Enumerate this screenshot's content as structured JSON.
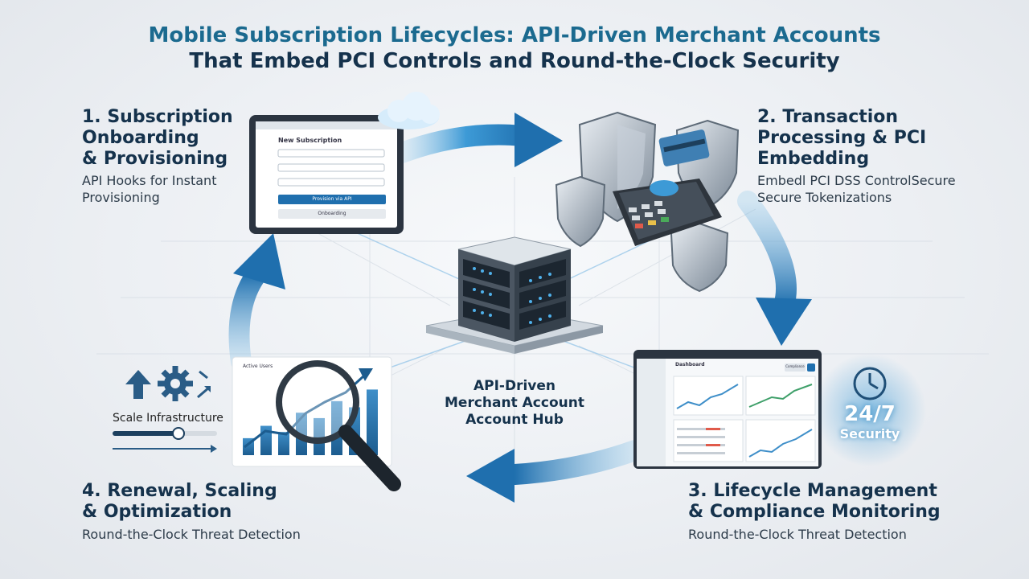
{
  "title": {
    "line1": "Mobile Subscription Lifecycles: API-Driven Merchant Accounts",
    "line2": "That Embed PCI Controls and Round-the-Clock Security"
  },
  "steps": [
    {
      "title_lines": [
        "1. Subscription",
        "Onboarding",
        "& Provisioning"
      ],
      "desc_lines": [
        "API Hooks for Instant",
        "Provisioning"
      ]
    },
    {
      "title_lines": [
        "2. Transaction",
        "Processing & PCI",
        "Embedding"
      ],
      "desc_lines": [
        "Embedl PCI DSS ControlSecure",
        "Secure Tokenizations"
      ]
    },
    {
      "title_lines": [
        "3. Lifecycle Management",
        "& Compliance Monitoring"
      ],
      "desc_lines": [
        "Round-the-Clock Threat Detection"
      ]
    },
    {
      "title_lines": [
        "4. Renewal, Scaling",
        "& Optimization"
      ],
      "desc_lines": [
        "Round-the-Clock Threat Detection"
      ]
    }
  ],
  "hub": {
    "lines": [
      "API-Driven",
      "Merchant Account",
      "Account Hub"
    ]
  },
  "security_badge": {
    "big": "24/7",
    "small": "Security"
  },
  "scale": {
    "label": "Scale Infrastructure"
  },
  "tablet": {
    "heading": "New Subscription",
    "primary_button": "Provision via API",
    "secondary_button": "Onboarding"
  },
  "analytics": {
    "heading": "Active Users",
    "bars": [
      0.22,
      0.38,
      0.3,
      0.55,
      0.48,
      0.7,
      0.62,
      0.85
    ]
  },
  "dashboard": {
    "heading": "Dashboard",
    "button": "Compliance"
  },
  "colors": {
    "accent": "#1b6a8f",
    "navy": "#15324c",
    "glow": "#3d9ad6"
  }
}
